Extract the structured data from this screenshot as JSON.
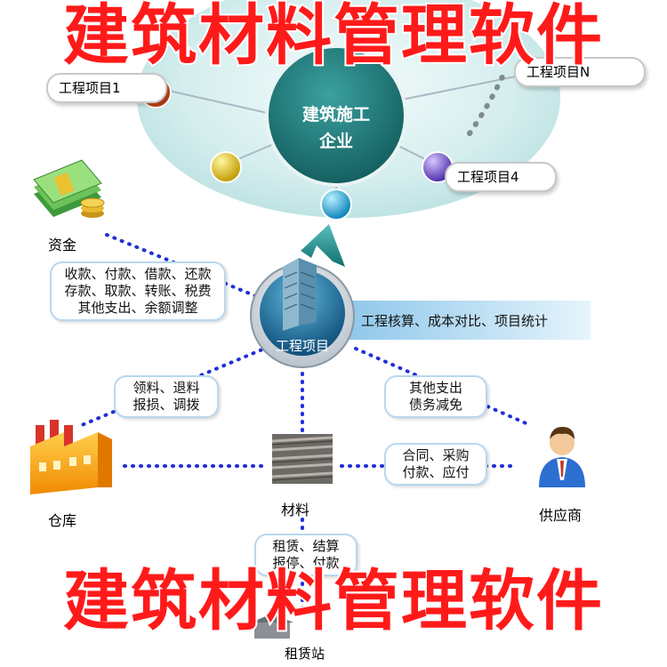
{
  "headline": "建筑材料管理软件",
  "hub": {
    "line1": "建筑施工",
    "line2": "企业"
  },
  "projects": {
    "p1": "工程项目1",
    "pn": "工程项目N",
    "p4": "工程项目4"
  },
  "center": {
    "label": "工程项目",
    "banner": "工程核算、成本对比、项目统计"
  },
  "funds": {
    "label": "资金",
    "ops": [
      "收款、付款、借款、还款",
      "存款、取款、转账、税费",
      "其他支出、余额调整"
    ]
  },
  "warehouse": {
    "label": "仓库",
    "ops": [
      "领料、退料",
      "报损、调拨"
    ]
  },
  "materials": {
    "label": "材料"
  },
  "supplier": {
    "label": "供应商",
    "ops": [
      "合同、采购",
      "付款、应付"
    ]
  },
  "other": {
    "ops": [
      "其他支出",
      "债务减免"
    ]
  },
  "rental": {
    "label": "租赁站",
    "ops": [
      "租赁、结算",
      "报停、付款"
    ]
  },
  "colors": {
    "headline": "#ff1a1a",
    "hub": "#1f7a7a",
    "dots": "#1f2fd6",
    "banner": "#a9d3ee"
  }
}
